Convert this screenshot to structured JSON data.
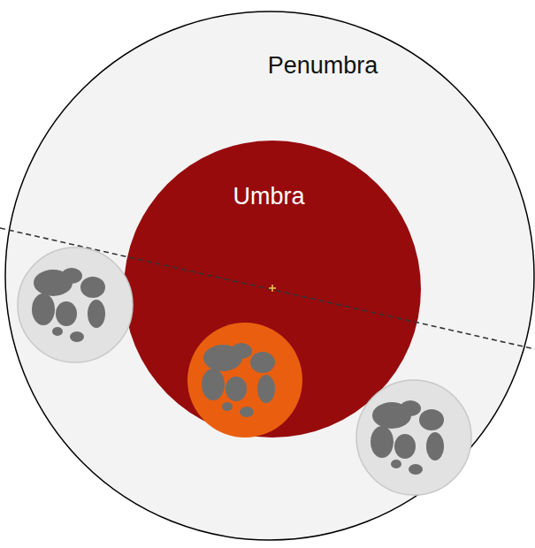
{
  "diagram": {
    "nodes": [
      {
        "text": [
          "Penumbra"
        ]
      },
      {
        "text": [
          "Umbra"
        ],
        "in": 0
      }
    ]
  }
}
